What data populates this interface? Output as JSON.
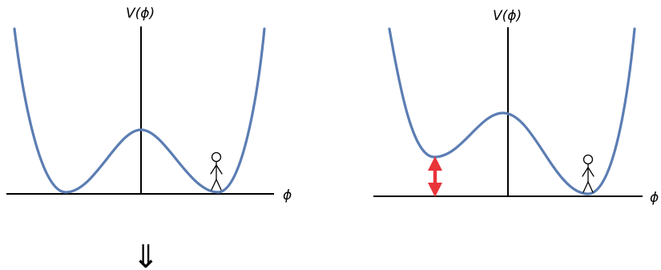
{
  "colors": {
    "curve": "#5b7db3",
    "axis": "#000000",
    "energy_arrow": "#e8343a"
  },
  "panels": [
    {
      "potential_label": "V(ϕ)",
      "field_label": "ϕ"
    },
    {
      "potential_label": "V(ϕ)",
      "field_label": "ϕ"
    }
  ],
  "implies_symbol": "⇓"
}
